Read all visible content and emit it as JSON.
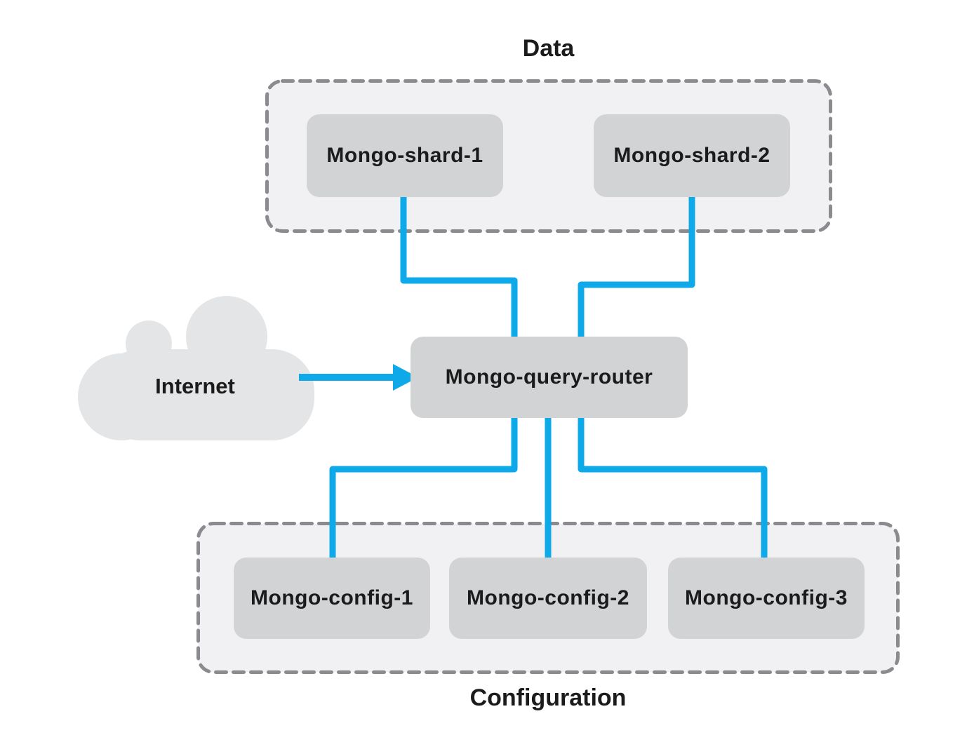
{
  "diagram": {
    "groups": {
      "data": {
        "title": "Data"
      },
      "configuration": {
        "title": "Configuration"
      }
    },
    "cloud": {
      "label": "Internet"
    },
    "nodes": {
      "shard1": {
        "label": "Mongo-shard-1"
      },
      "shard2": {
        "label": "Mongo-shard-2"
      },
      "router": {
        "label": "Mongo-query-router"
      },
      "config1": {
        "label": "Mongo-config-1"
      },
      "config2": {
        "label": "Mongo-config-2"
      },
      "config3": {
        "label": "Mongo-config-3"
      }
    },
    "connections": [
      "Mongo-shard-1 to Mongo-query-router",
      "Mongo-shard-2 to Mongo-query-router",
      "Mongo-query-router to Mongo-config-1",
      "Mongo-query-router to Mongo-config-2",
      "Mongo-query-router to Mongo-config-3",
      "Internet to Mongo-query-router (arrow)"
    ],
    "colors": {
      "connector": "#0ea9e8",
      "node_fill": "#d2d3d5",
      "group_fill": "#f1f1f3",
      "group_border": "#8a8b8e",
      "cloud_fill": "#e4e5e7",
      "text": "#1b1b1b",
      "background": "#ffffff"
    }
  }
}
